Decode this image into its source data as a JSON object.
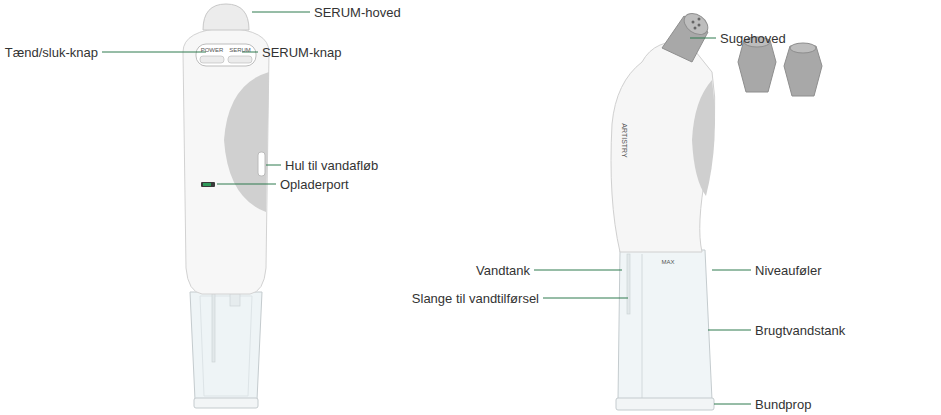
{
  "diagram": {
    "labels": [
      "SERUM-hoved",
      "Tænd/sluk-knap",
      "SERUM-knap",
      "POWER",
      "SERUM",
      "Hul til vandafløb",
      "Opladerport",
      "Sugehoved",
      "ARTISTRY",
      "Vandtank",
      "MAX",
      "Niveauføler",
      "Slange til vandtilførsel",
      "Brugtvandstank",
      "Bundprop"
    ]
  }
}
